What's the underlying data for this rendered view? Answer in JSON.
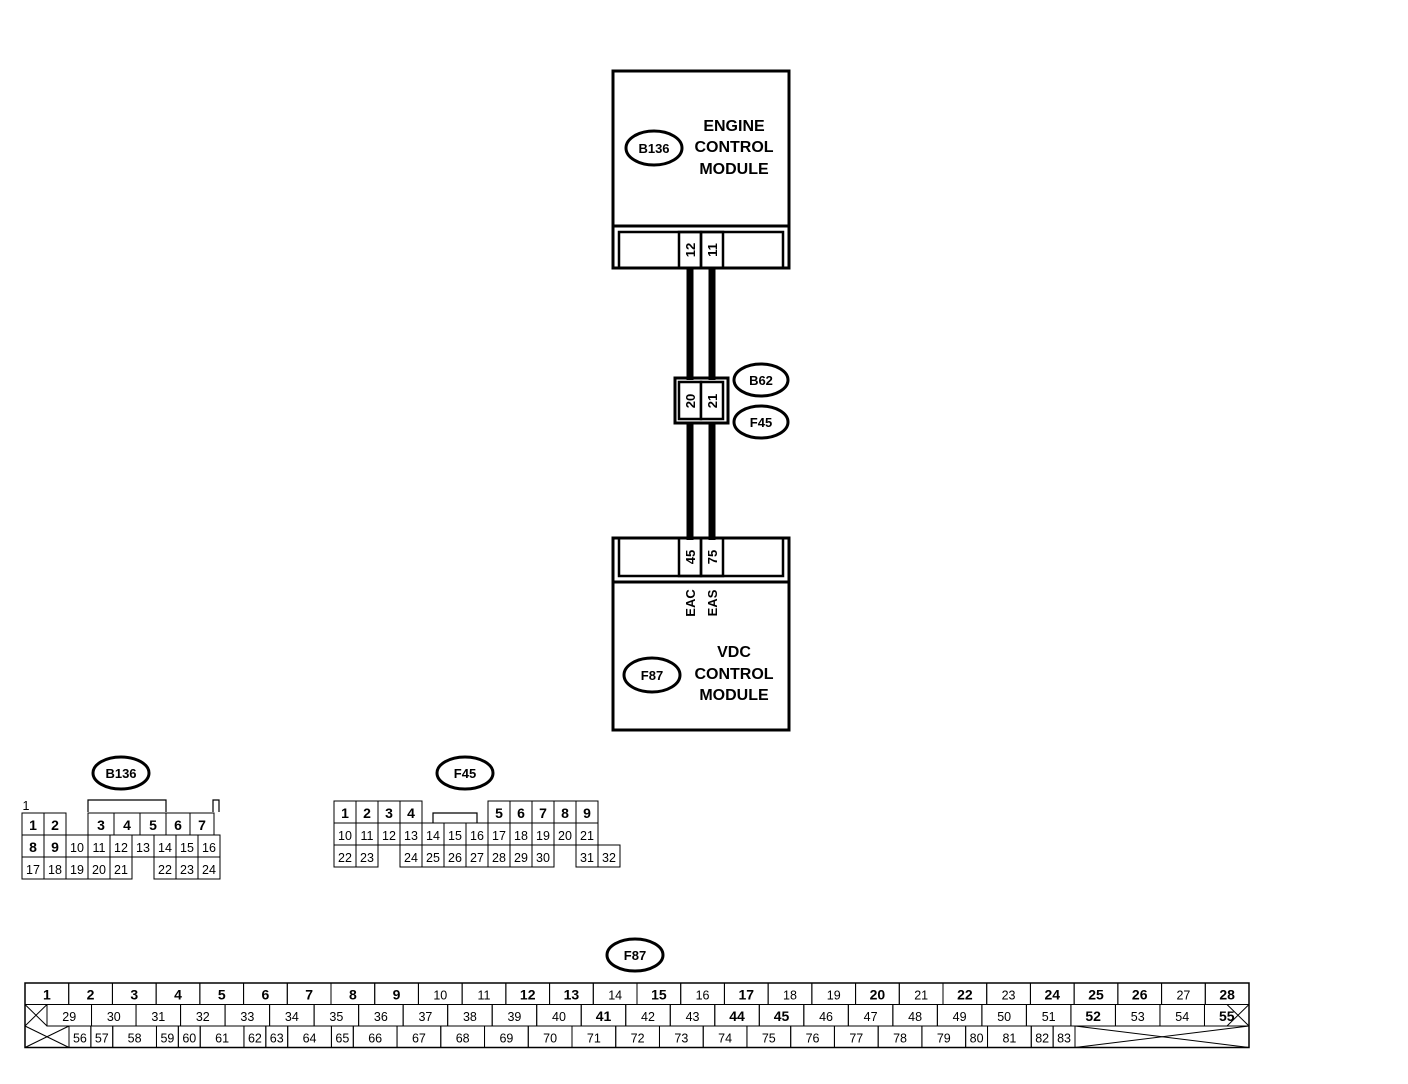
{
  "engine_module": {
    "code": "B136",
    "name_lines": [
      "ENGINE",
      "CONTROL",
      "MODULE"
    ],
    "pins": [
      "12",
      "11"
    ]
  },
  "joint_connector": {
    "code_top": "B62",
    "code_bottom": "F45",
    "pins": [
      "20",
      "21"
    ]
  },
  "vdc_module": {
    "code": "F87",
    "name_lines": [
      "VDC",
      "CONTROL",
      "MODULE"
    ],
    "pins": [
      "45",
      "75"
    ],
    "signals": [
      "EAC",
      "EAS"
    ]
  },
  "connectors": {
    "b136": {
      "code": "B136",
      "corner_label": "1",
      "bold_pins": [
        "1",
        "2",
        "3",
        "4",
        "5",
        "6",
        "7",
        "8",
        "9"
      ],
      "rows": [
        [
          "1",
          "2",
          "",
          "3",
          "4",
          "5",
          "6",
          "7"
        ],
        [
          "8",
          "9",
          "10",
          "11",
          "12",
          "13",
          "14",
          "15",
          "16"
        ],
        [
          "17",
          "18",
          "19",
          "20",
          "21",
          "",
          "22",
          "23",
          "24"
        ]
      ]
    },
    "f45": {
      "code": "F45",
      "bold_pins": [
        "1",
        "2",
        "3",
        "4",
        "5",
        "6",
        "7",
        "8",
        "9"
      ],
      "rows": [
        [
          "1",
          "2",
          "3",
          "4",
          "",
          "5",
          "6",
          "7",
          "8",
          "9"
        ],
        [
          "10",
          "11",
          "12",
          "13",
          "14",
          "15",
          "16",
          "17",
          "18",
          "19",
          "20",
          "21"
        ],
        [
          "22",
          "23",
          "",
          "24",
          "25",
          "26",
          "27",
          "28",
          "29",
          "30",
          "",
          "31",
          "32"
        ]
      ]
    },
    "f87": {
      "code": "F87",
      "bold_pins": [
        "1",
        "2",
        "3",
        "4",
        "5",
        "6",
        "7",
        "8",
        "9",
        "12",
        "13",
        "15",
        "17",
        "20",
        "22",
        "24",
        "25",
        "26",
        "28",
        "41",
        "44",
        "45",
        "52",
        "55"
      ],
      "rows": [
        [
          "1",
          "2",
          "3",
          "4",
          "5",
          "6",
          "7",
          "8",
          "9",
          "10",
          "11",
          "12",
          "13",
          "14",
          "15",
          "16",
          "17",
          "18",
          "19",
          "20",
          "21",
          "22",
          "23",
          "24",
          "25",
          "26",
          "27",
          "28"
        ],
        [
          "29",
          "30",
          "31",
          "32",
          "33",
          "34",
          "35",
          "36",
          "37",
          "38",
          "39",
          "40",
          "41",
          "42",
          "43",
          "44",
          "45",
          "46",
          "47",
          "48",
          "49",
          "50",
          "51",
          "52",
          "53",
          "54",
          "55"
        ],
        [
          "56",
          "57",
          "58",
          "59",
          "60",
          "61",
          "62",
          "63",
          "64",
          "65",
          "66",
          "67",
          "68",
          "69",
          "70",
          "71",
          "72",
          "73",
          "74",
          "75",
          "76",
          "77",
          "78",
          "79",
          "80",
          "81",
          "82",
          "83"
        ]
      ]
    }
  }
}
